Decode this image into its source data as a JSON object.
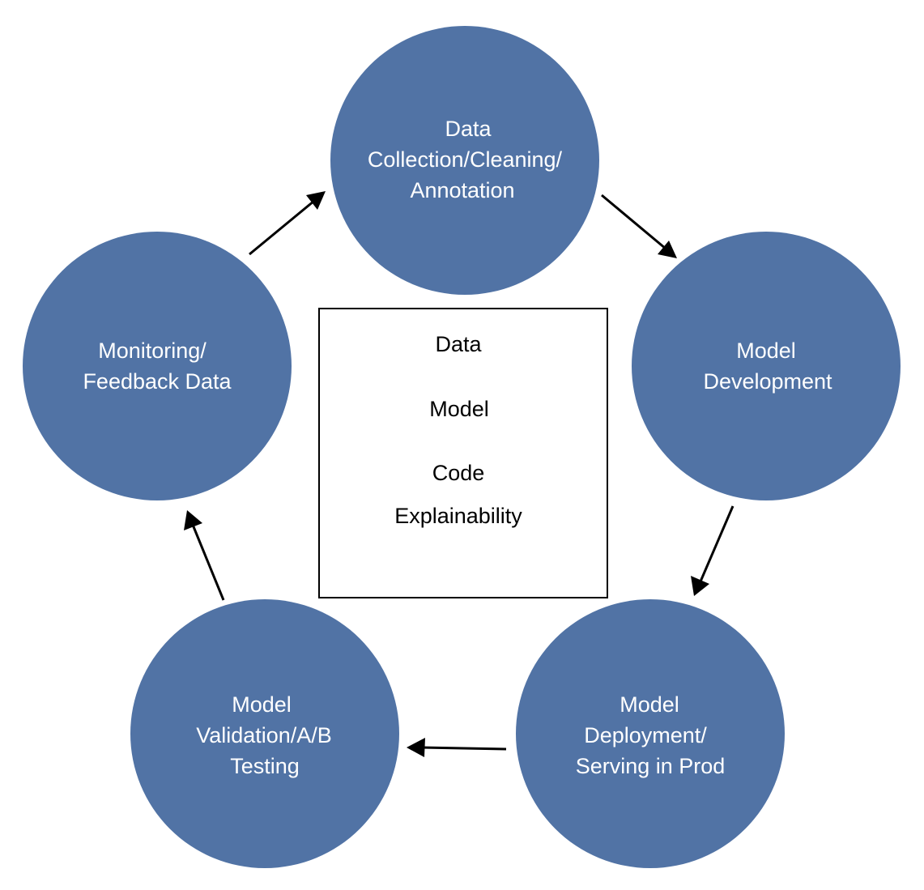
{
  "diagram": {
    "stages": [
      {
        "id": "data-collection",
        "lines": [
          "Data",
          "Collection/Cleaning/",
          "Annotation"
        ]
      },
      {
        "id": "model-development",
        "lines": [
          "Model",
          "Development"
        ]
      },
      {
        "id": "model-deployment",
        "lines": [
          "Model",
          "Deployment/",
          "Serving in Prod"
        ]
      },
      {
        "id": "model-validation",
        "lines": [
          "Model",
          "Validation/A/B",
          "Testing"
        ]
      },
      {
        "id": "monitoring",
        "lines": [
          "Monitoring/",
          "Feedback Data"
        ]
      }
    ],
    "center_items": [
      "Data",
      "Model",
      "Code",
      "Explainability"
    ],
    "colors": {
      "stage_fill": "#5173a5",
      "stage_text": "#ffffff",
      "arrow": "#000000",
      "box_border": "#000000"
    }
  }
}
